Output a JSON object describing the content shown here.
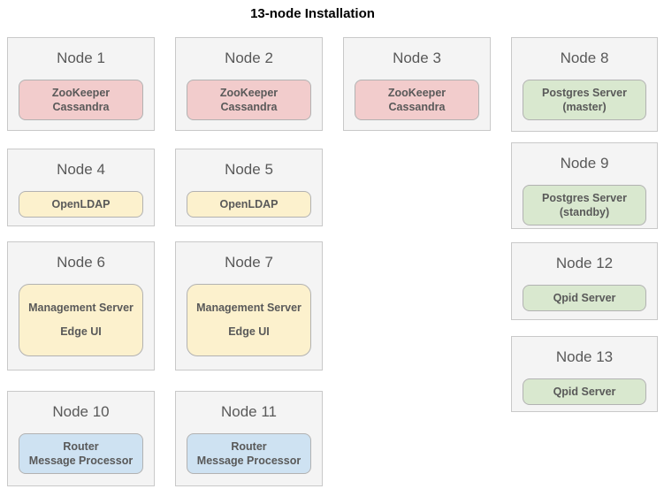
{
  "title": "13-node Installation",
  "colors": {
    "zookeeper_cassandra_fill": "#f2cccc",
    "ldap_mgmt_fill": "#fcf1cd",
    "postgres_qpid_fill": "#d9e8cf",
    "router_mp_fill": "#cee2f2",
    "card_fill": "#f4f4f4",
    "card_border": "#c9c9c9",
    "chip_border": "#b2b2b2",
    "label_text": "#595959",
    "title_text": "#000000"
  },
  "nodes": [
    {
      "label": "Node 1",
      "component_lines": [
        "ZooKeeper",
        "Cassandra"
      ]
    },
    {
      "label": "Node 2",
      "component_lines": [
        "ZooKeeper",
        "Cassandra"
      ]
    },
    {
      "label": "Node 3",
      "component_lines": [
        "ZooKeeper",
        "Cassandra"
      ]
    },
    {
      "label": "Node 4",
      "component_lines": [
        "OpenLDAP"
      ]
    },
    {
      "label": "Node 5",
      "component_lines": [
        "OpenLDAP"
      ]
    },
    {
      "label": "Node 6",
      "component_lines": [
        "Management Server",
        "Edge UI"
      ]
    },
    {
      "label": "Node 7",
      "component_lines": [
        "Management Server",
        "Edge UI"
      ]
    },
    {
      "label": "Node 8",
      "component_lines": [
        "Postgres Server",
        "(master)"
      ]
    },
    {
      "label": "Node 9",
      "component_lines": [
        "Postgres Server",
        "(standby)"
      ]
    },
    {
      "label": "Node 10",
      "component_lines": [
        "Router",
        "Message Processor"
      ]
    },
    {
      "label": "Node 11",
      "component_lines": [
        "Router",
        "Message Processor"
      ]
    },
    {
      "label": "Node 12",
      "component_lines": [
        "Qpid Server"
      ]
    },
    {
      "label": "Node 13",
      "component_lines": [
        "Qpid Server"
      ]
    }
  ]
}
